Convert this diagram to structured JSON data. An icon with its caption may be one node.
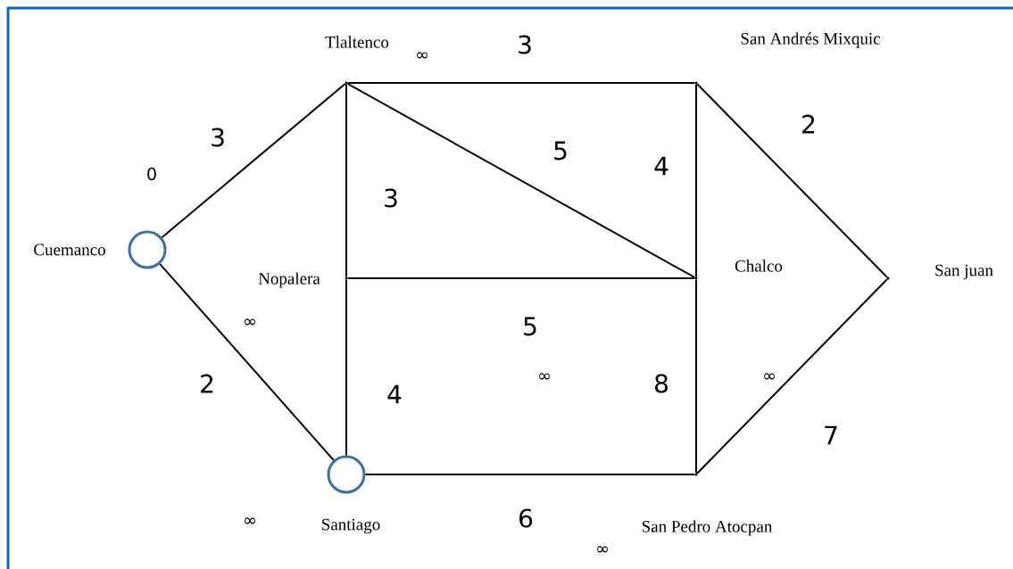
{
  "diagram": {
    "nodes": [
      {
        "text": [],
        "shape": "circle",
        "beside": [
          "Cuemanco"
        ]
      },
      {
        "text": [],
        "shape": "point",
        "beside": [
          "Tlaltenco"
        ]
      },
      {
        "text": [],
        "shape": "point",
        "beside": [
          "San Andrés Mixquic"
        ]
      },
      {
        "text": [],
        "shape": "point",
        "beside": [
          "Nopalera"
        ]
      },
      {
        "text": [],
        "shape": "point",
        "beside": [
          "Chalco"
        ]
      },
      {
        "text": [],
        "shape": "point",
        "beside": [
          "San juan"
        ]
      },
      {
        "text": [],
        "shape": "circle",
        "beside": [
          "Santiago"
        ]
      },
      {
        "text": [],
        "shape": "point",
        "beside": [
          "San Pedro Atocpan"
        ]
      }
    ],
    "edges": [
      {
        "from": 0,
        "to": 1,
        "arrow": "none",
        "label": "3"
      },
      {
        "from": 1,
        "to": 2,
        "arrow": "none",
        "label": "3"
      },
      {
        "from": 2,
        "to": 5,
        "arrow": "none",
        "label": "2"
      },
      {
        "from": 1,
        "to": 4,
        "arrow": "none",
        "label": "5"
      },
      {
        "from": 1,
        "to": 3,
        "arrow": "none",
        "label": "3"
      },
      {
        "from": 2,
        "to": 4,
        "arrow": "none",
        "label": "4"
      },
      {
        "from": 3,
        "to": 4,
        "arrow": "none",
        "label": "5"
      },
      {
        "from": 0,
        "to": 6,
        "arrow": "none",
        "label": "2"
      },
      {
        "from": 3,
        "to": 6,
        "arrow": "none",
        "label": "4"
      },
      {
        "from": 4,
        "to": 7,
        "arrow": "none",
        "label": "8"
      },
      {
        "from": 5,
        "to": 7,
        "arrow": "none",
        "label": "7"
      },
      {
        "from": 6,
        "to": 7,
        "arrow": "none",
        "label": "6"
      }
    ],
    "labels": [
      "∞",
      "0",
      "∞",
      "∞",
      "∞",
      "∞",
      "∞"
    ]
  }
}
